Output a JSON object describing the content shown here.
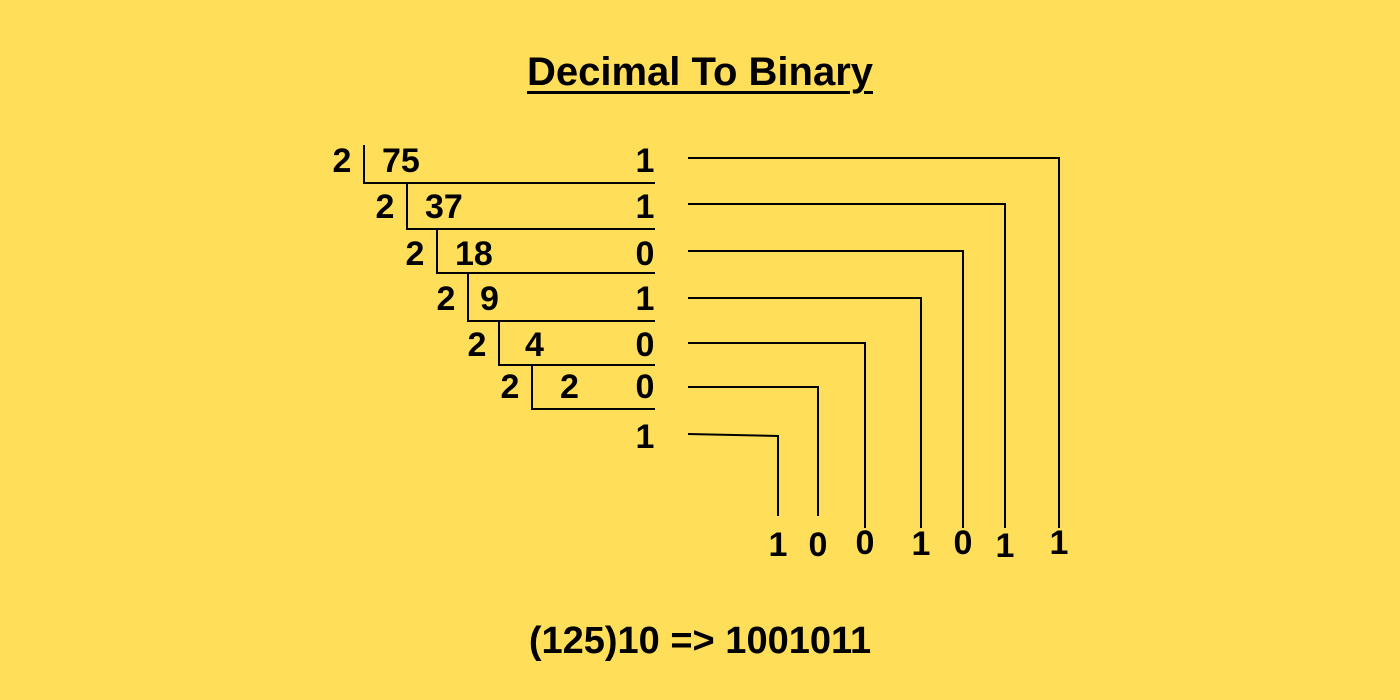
{
  "title": "Decimal To Binary",
  "divisions": [
    {
      "divisor": "2",
      "dividend": "75",
      "remainder": "1"
    },
    {
      "divisor": "2",
      "dividend": "37",
      "remainder": "1"
    },
    {
      "divisor": "2",
      "dividend": "18",
      "remainder": "0"
    },
    {
      "divisor": "2",
      "dividend": "9",
      "remainder": "1"
    },
    {
      "divisor": "2",
      "dividend": "4",
      "remainder": "0"
    },
    {
      "divisor": "2",
      "dividend": "2",
      "remainder": "0"
    }
  ],
  "final_quotient": "1",
  "binary_digits": [
    "1",
    "0",
    "0",
    "1",
    "0",
    "1",
    "1"
  ],
  "result": "(125)10 => 1001011",
  "colors": {
    "background": "#ffde59",
    "ink": "#000000"
  }
}
